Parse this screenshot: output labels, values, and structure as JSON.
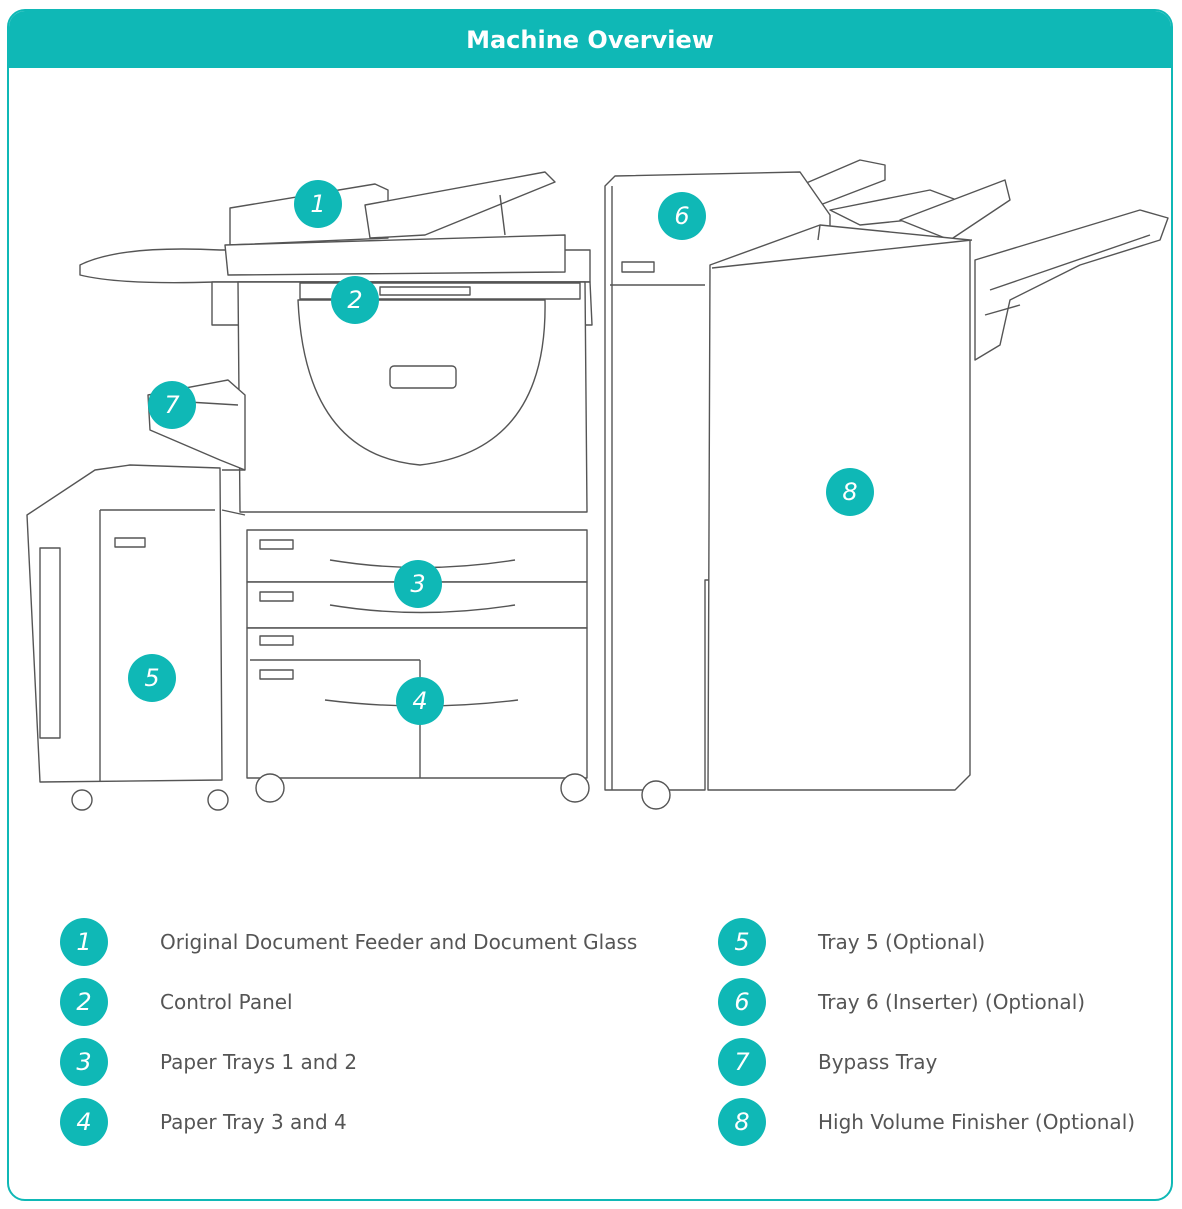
{
  "title": "Machine Overview",
  "accent_color": "#0fb8b6",
  "callouts": [
    "1",
    "2",
    "3",
    "4",
    "5",
    "6",
    "7",
    "8"
  ],
  "legend": [
    {
      "number": "1",
      "label": "Original Document Feeder and Document Glass"
    },
    {
      "number": "2",
      "label": "Control Panel"
    },
    {
      "number": "3",
      "label": "Paper Trays 1 and 2"
    },
    {
      "number": "4",
      "label": "Paper Tray 3 and 4"
    },
    {
      "number": "5",
      "label": "Tray 5 (Optional)"
    },
    {
      "number": "6",
      "label": "Tray 6 (Inserter) (Optional)"
    },
    {
      "number": "7",
      "label": "Bypass Tray"
    },
    {
      "number": "8",
      "label": "High Volume Finisher (Optional)"
    }
  ]
}
